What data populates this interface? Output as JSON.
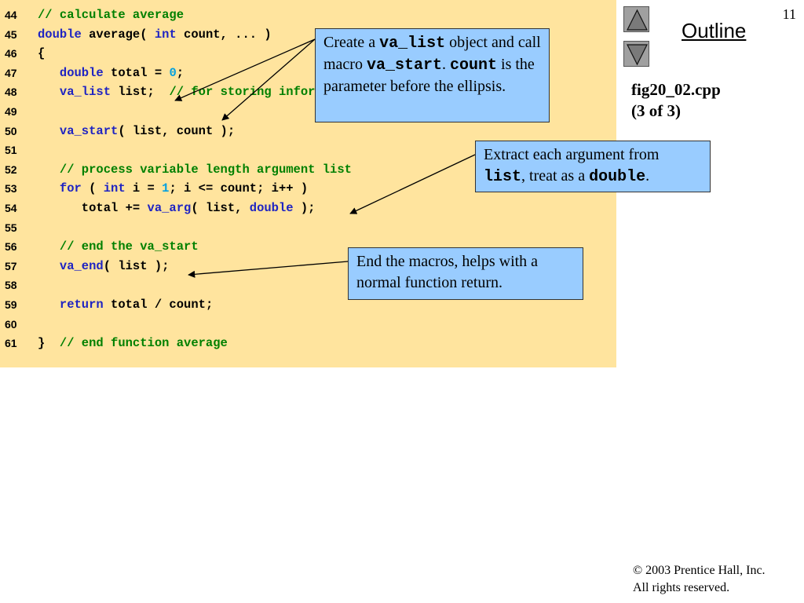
{
  "page_number": "11",
  "outline": {
    "label": "Outline"
  },
  "file": {
    "name": "fig20_02.cpp",
    "part": "(3 of 3)"
  },
  "copyright": {
    "line1": "© 2003 Prentice Hall, Inc.",
    "line2": "All rights reserved."
  },
  "code_lines": [
    {
      "num": "44",
      "tokens": [
        [
          "com",
          "// calculate average"
        ]
      ]
    },
    {
      "num": "45",
      "tokens": [
        [
          "kw",
          "double"
        ],
        [
          "plain",
          " average( "
        ],
        [
          "kw",
          "int"
        ],
        [
          "plain",
          " count, ... )"
        ]
      ]
    },
    {
      "num": "46",
      "tokens": [
        [
          "plain",
          "{"
        ]
      ]
    },
    {
      "num": "47",
      "tokens": [
        [
          "plain",
          "   "
        ],
        [
          "kw",
          "double"
        ],
        [
          "plain",
          " total = "
        ],
        [
          "num",
          "0"
        ],
        [
          "plain",
          ";"
        ]
      ]
    },
    {
      "num": "48",
      "tokens": [
        [
          "plain",
          "   "
        ],
        [
          "kw",
          "va_list"
        ],
        [
          "plain",
          " list;  "
        ],
        [
          "com",
          "// for storing information needed by va_start"
        ]
      ]
    },
    {
      "num": "49",
      "tokens": []
    },
    {
      "num": "50",
      "tokens": [
        [
          "plain",
          "   "
        ],
        [
          "kw",
          "va_start"
        ],
        [
          "plain",
          "( list, count );"
        ]
      ]
    },
    {
      "num": "51",
      "tokens": []
    },
    {
      "num": "52",
      "tokens": [
        [
          "plain",
          "   "
        ],
        [
          "com",
          "// process variable length argument list"
        ]
      ]
    },
    {
      "num": "53",
      "tokens": [
        [
          "plain",
          "   "
        ],
        [
          "kw",
          "for"
        ],
        [
          "plain",
          " ( "
        ],
        [
          "kw",
          "int"
        ],
        [
          "plain",
          " i = "
        ],
        [
          "num",
          "1"
        ],
        [
          "plain",
          "; i <= count; i++ )"
        ]
      ]
    },
    {
      "num": "54",
      "tokens": [
        [
          "plain",
          "      total += "
        ],
        [
          "kw",
          "va_arg"
        ],
        [
          "plain",
          "( list, "
        ],
        [
          "kw",
          "double"
        ],
        [
          "plain",
          " );"
        ]
      ]
    },
    {
      "num": "55",
      "tokens": []
    },
    {
      "num": "56",
      "tokens": [
        [
          "plain",
          "   "
        ],
        [
          "com",
          "// end the va_start"
        ]
      ]
    },
    {
      "num": "57",
      "tokens": [
        [
          "plain",
          "   "
        ],
        [
          "kw",
          "va_end"
        ],
        [
          "plain",
          "( list );"
        ]
      ]
    },
    {
      "num": "58",
      "tokens": []
    },
    {
      "num": "59",
      "tokens": [
        [
          "plain",
          "   "
        ],
        [
          "kw",
          "return"
        ],
        [
          "plain",
          " total / count;"
        ]
      ]
    },
    {
      "num": "60",
      "tokens": []
    },
    {
      "num": "61",
      "tokens": [
        [
          "plain",
          "}  "
        ],
        [
          "com",
          "// end function average"
        ]
      ]
    }
  ],
  "callouts": {
    "va_start": {
      "text1": "Create a ",
      "code1": "va_list",
      "text2": " object and call macro ",
      "code2": "va_start",
      "text3": ". ",
      "code3": "count",
      "text4": " is the parameter before the ellipsis."
    },
    "va_arg": {
      "text1": "Extract each argument from ",
      "code1": "list",
      "text2": ", treat as a ",
      "code2": "double",
      "text3": "."
    },
    "va_end": {
      "text1": "End the macros, helps with a normal function return."
    }
  },
  "colors": {
    "code_bg": "#FFE49E",
    "callout_bg": "#99CCFF",
    "keyword": "#1F24C2",
    "comment": "#008000",
    "number": "#00A0E0"
  },
  "icons": {
    "prev": "triangle-up-icon",
    "next": "triangle-down-icon"
  }
}
